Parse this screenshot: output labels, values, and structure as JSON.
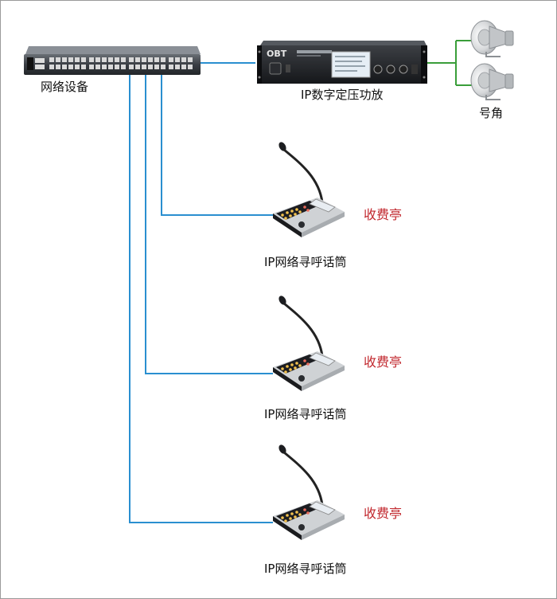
{
  "diagram": {
    "switch_label": "网络设备",
    "amplifier_label": "IP数字定压功放",
    "horn_label": "号角",
    "paging_stations": [
      {
        "label": "IP网络寻呼话筒",
        "location": "收费亭"
      },
      {
        "label": "IP网络寻呼话筒",
        "location": "收费亭"
      },
      {
        "label": "IP网络寻呼话筒",
        "location": "收费亭"
      }
    ],
    "amplifier_brand": "OBT",
    "colors": {
      "lan_cable": "#2a8fd0",
      "speaker_cable": "#3a9e3a",
      "location_text": "#c1272d"
    }
  }
}
